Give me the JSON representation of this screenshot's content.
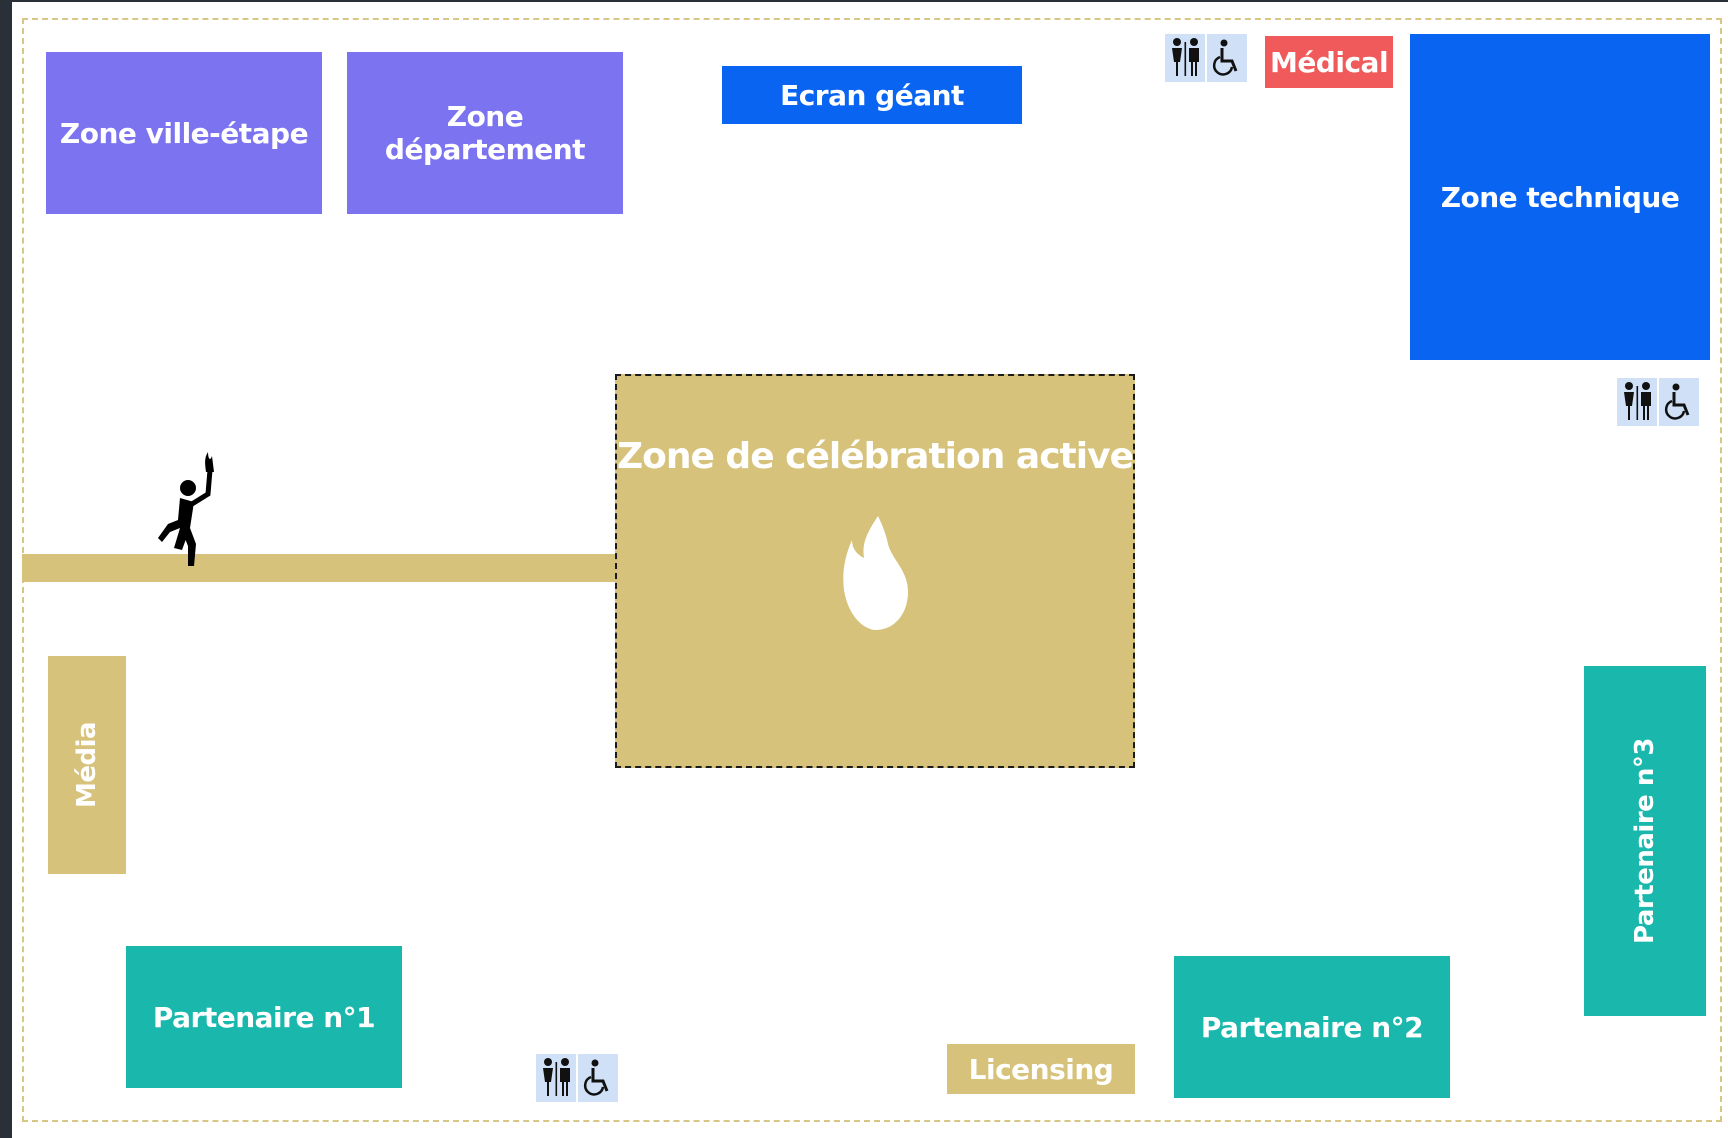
{
  "zones": {
    "ville_etape": "Zone ville-étape",
    "departement": "Zone département",
    "ecran_geant": "Ecran géant",
    "medical": "Médical",
    "technique": "Zone technique",
    "celebration": "Zone de célébration active",
    "media": "Média",
    "partenaire_1": "Partenaire n°1",
    "partenaire_2": "Partenaire n°2",
    "partenaire_3": "Partenaire n°3",
    "licensing": "Licensing"
  },
  "amenities": [
    {
      "icons": [
        "restroom-icon",
        "wheelchair-icon"
      ]
    },
    {
      "icons": [
        "restroom-icon",
        "wheelchair-icon"
      ]
    },
    {
      "icons": [
        "restroom-icon",
        "wheelchair-icon"
      ]
    }
  ],
  "icons": {
    "celebration": "flame-icon",
    "path": "torch-runner-icon"
  },
  "colors": {
    "purple": "#7b73f0",
    "blue": "#0a64f2",
    "teal": "#1ab7ac",
    "gold": "#d6c27a",
    "red": "#f05a5a",
    "amenity_bg": "#cfe0f7"
  }
}
